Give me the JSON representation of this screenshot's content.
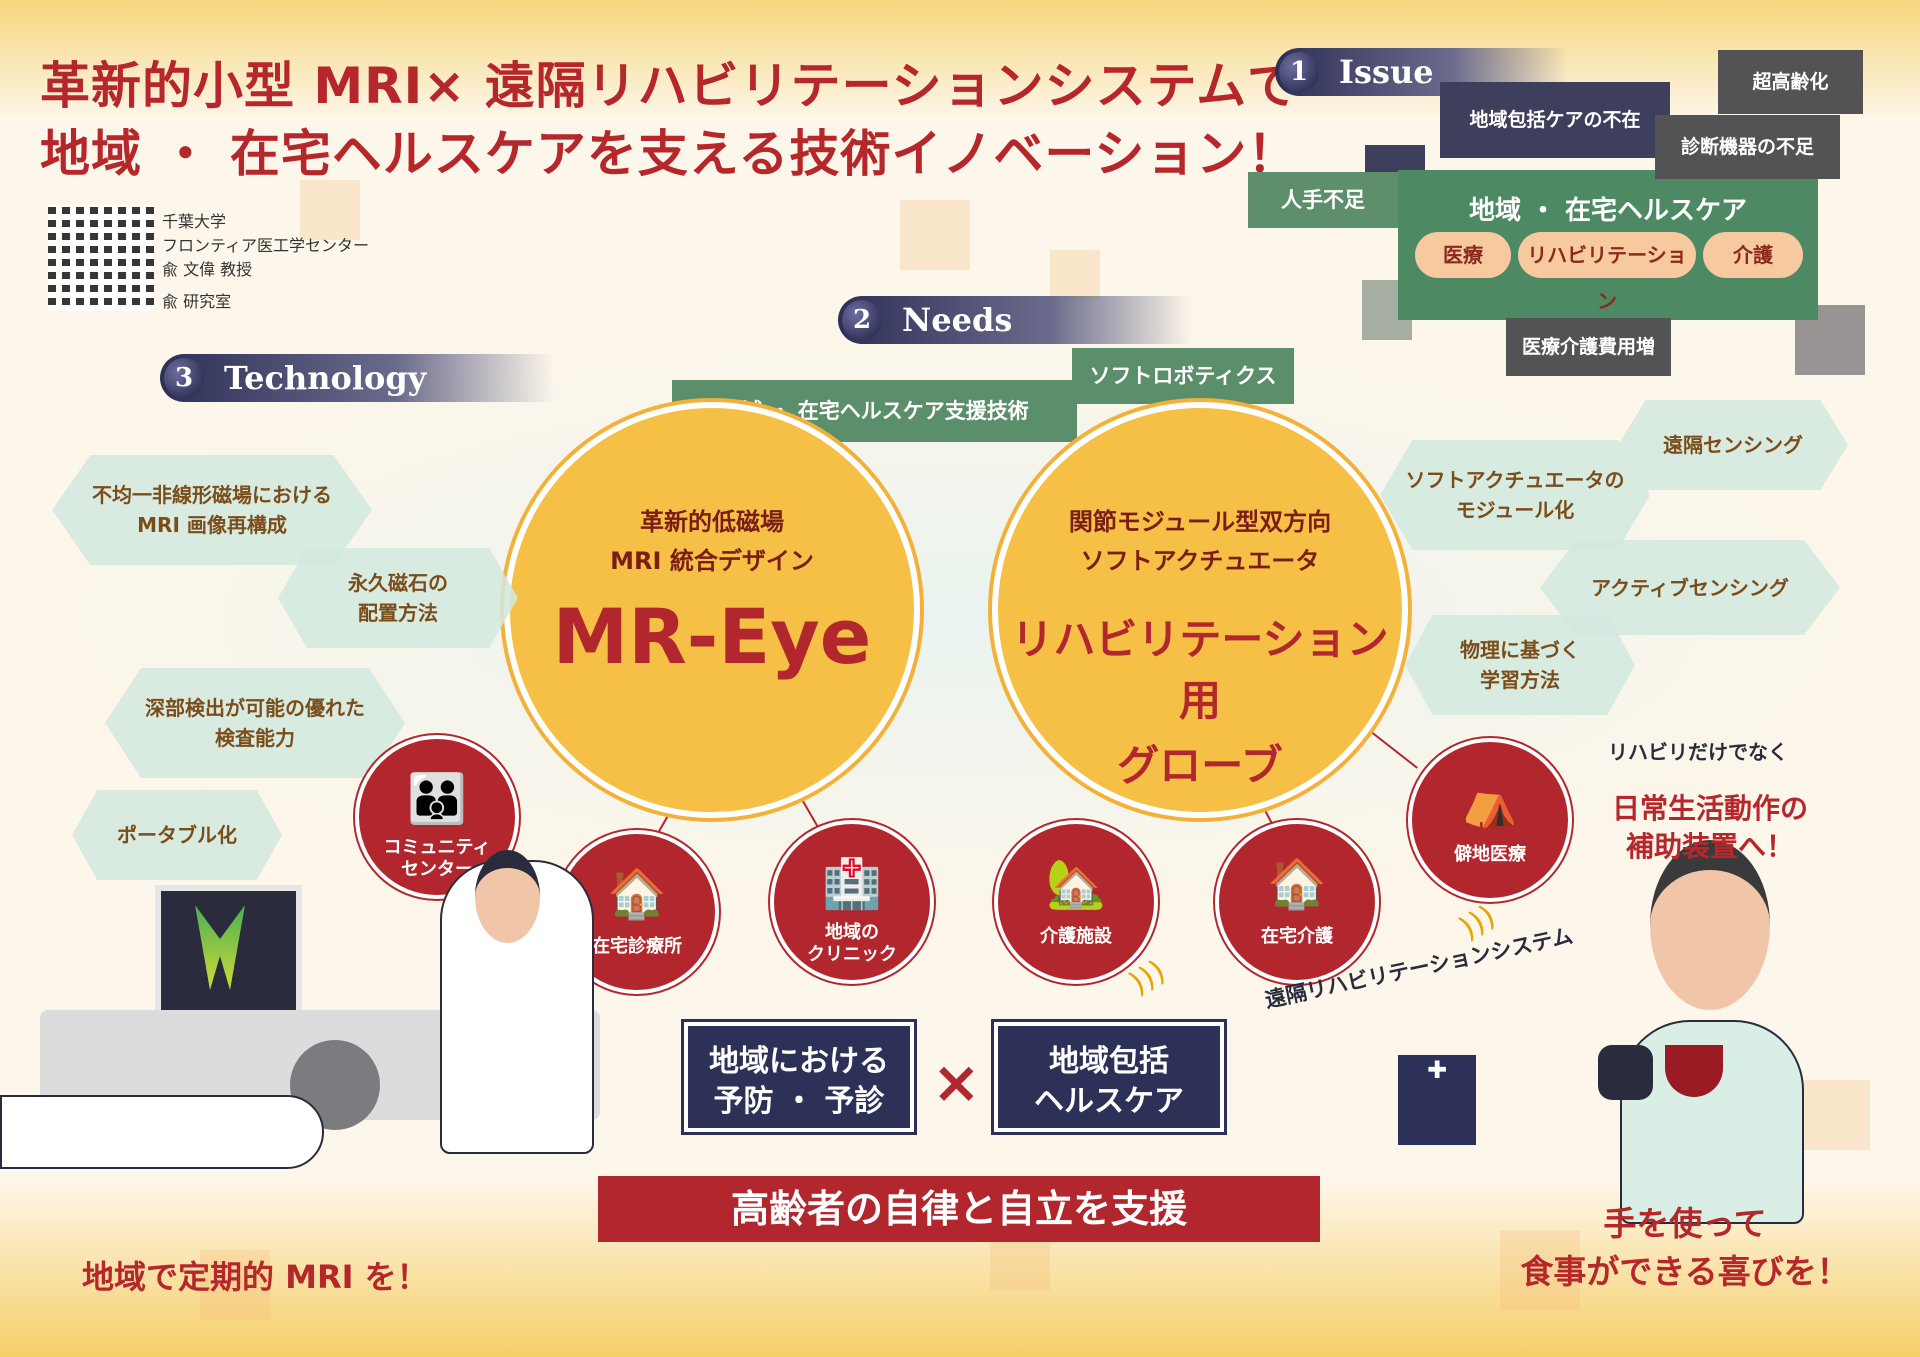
{
  "title": {
    "line1": "革新的小型 MRI× 遠隔リハビリテーションシステムで",
    "line2": "地域 ・ 在宅ヘルスケアを支える技術イノベーション！"
  },
  "lab": {
    "univ": "千葉大学",
    "center": "フロンティア医工学センター",
    "prof": "兪 文偉 教授",
    "lab_name": "兪 研究室"
  },
  "sections": {
    "issue": {
      "num": "1",
      "label": "Issue"
    },
    "needs": {
      "num": "2",
      "label": "Needs"
    },
    "technology": {
      "num": "3",
      "label": "Technology"
    }
  },
  "issue": {
    "aging": "超高齢化",
    "no_care": "地域包括ケアの不在",
    "no_device": "診断機器の不足",
    "labor": "人手不足",
    "cost": "医療介護費用増",
    "main": "地域 ・ 在宅ヘルスケア",
    "pills": [
      "医療",
      "リハビリテーション",
      "介護"
    ]
  },
  "needs": {
    "tag1": "地域 ・ 在宅ヘルスケア支援技術",
    "tag2": "ソフトロボティクス"
  },
  "tech_left": [
    "不均一非線形磁場における\nMRI 画像再構成",
    "永久磁石の\n配置方法",
    "深部検出が可能の優れた\n検査能力",
    "ポータブル化"
  ],
  "tech_right": [
    "遠隔センシング",
    "ソフトアクチュエータの\nモジュール化",
    "アクティブセンシング",
    "物理に基づく\n学習方法"
  ],
  "mr_eye": {
    "sub1": "革新的低磁場",
    "sub2": "MRI 統合デザイン",
    "name": "MR-Eye"
  },
  "glove": {
    "sub1": "関節モジュール型双方向",
    "sub2": "ソフトアクチュエータ",
    "name1": "リハビリテーション用",
    "name2": "グローブ"
  },
  "facilities": [
    {
      "icon": "community-icon",
      "glyph": "👪",
      "label": "コミュニティ\nセンター"
    },
    {
      "icon": "home-clinic-icon",
      "glyph": "🏠",
      "label": "在宅診療所"
    },
    {
      "icon": "hospital-icon",
      "glyph": "🏥",
      "label": "地域の\nクリニック"
    },
    {
      "icon": "nursing-home-icon",
      "glyph": "🏡",
      "label": "介護施設"
    },
    {
      "icon": "house-icon",
      "glyph": "🏠",
      "label": "在宅介護"
    },
    {
      "icon": "remote-tent-icon",
      "glyph": "⛺",
      "label": "僻地医療"
    }
  ],
  "bottom": {
    "box1": "地域における\n予防 ・ 予診",
    "times": "×",
    "box2": "地域包括\nヘルスケア",
    "banner": "高齢者の自律と自立を支援",
    "left_slogan": "地域で定期的 MRI を！",
    "right_slogan": "手を使って\n食事ができる喜びを！",
    "remote_system": "遠隔リハビリテーションシステム",
    "not_only": "リハビリだけでなく",
    "daily": "日常生活動作の\n補助装置へ！"
  },
  "colors": {
    "red": "#b1272d",
    "yellow": "#f6bf45",
    "green": "#4d8a63",
    "navy": "#2d3158"
  }
}
